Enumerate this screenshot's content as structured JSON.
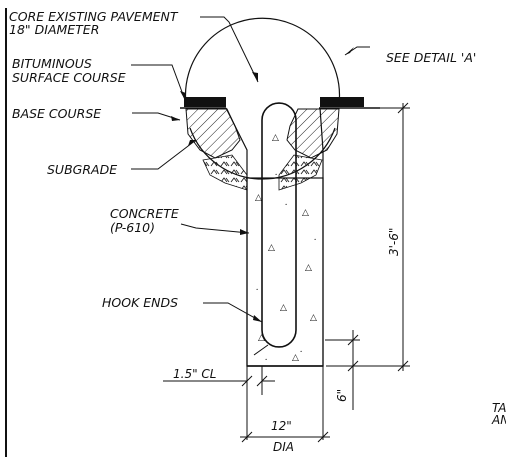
{
  "labels": {
    "core_line1": "CORE EXISTING PAVEMENT",
    "core_line2": "18\" DIAMETER",
    "see_detail": "SEE DETAIL 'A'",
    "bituminous_line1": "BITUMINOUS",
    "bituminous_line2": "SURFACE COURSE",
    "base_course": "BASE COURSE",
    "subgrade": "SUBGRADE",
    "concrete_line1": "CONCRETE",
    "concrete_line2": "(P-610)",
    "hook_ends": "HOOK ENDS"
  },
  "dimensions": {
    "depth": "3'-6\"",
    "bottom_cover": "6\"",
    "clear_cover": "1.5\" CL",
    "diameter_value": "12\"",
    "diameter_label": "DIA"
  },
  "edge_text": {
    "line1": "TA",
    "line2": "AN"
  }
}
